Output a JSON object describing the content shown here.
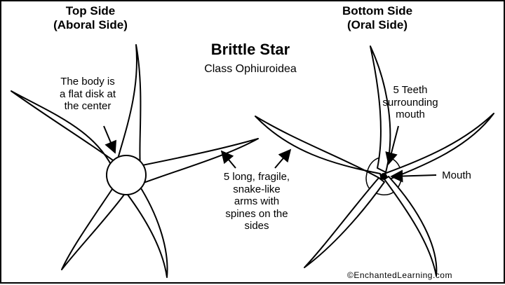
{
  "title": "Brittle Star",
  "subtitle": "Class Ophiuroidea",
  "left": {
    "heading_line1": "Top Side",
    "heading_line2": "(Aboral Side)",
    "body_label_line1": "The body is",
    "body_label_line2": "a flat disk at",
    "body_label_line3": "the center"
  },
  "right": {
    "heading_line1": "Bottom Side",
    "heading_line2": "(Oral Side)",
    "teeth_label_line1": "5 Teeth",
    "teeth_label_line2": "surrounding",
    "teeth_label_line3": "mouth",
    "mouth_label": "Mouth"
  },
  "arms_label": {
    "line1": "5 long, fragile,",
    "line2": "snake-like",
    "line3": "arms with",
    "line4": "spines on the",
    "line5": "sides"
  },
  "credit": "©EnchantedLearning.com"
}
